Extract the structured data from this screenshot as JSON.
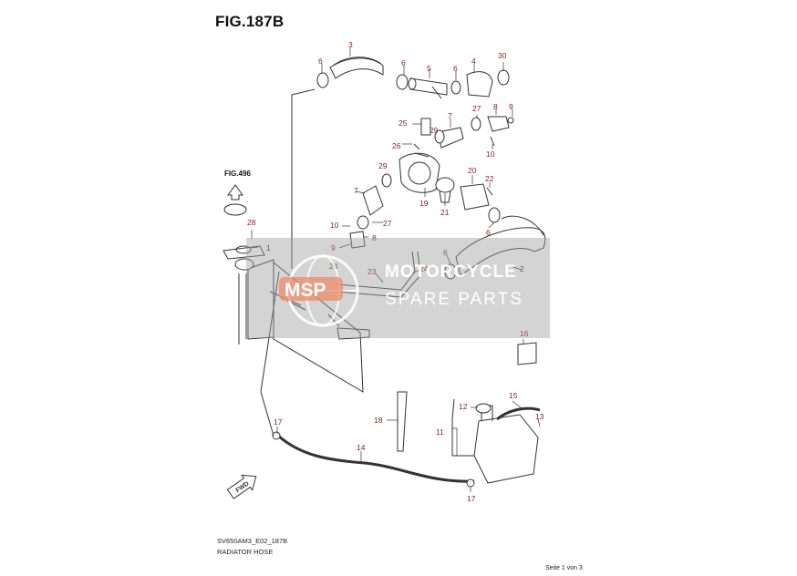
{
  "figure": {
    "title": "FIG.187B",
    "reference": "FIG.496",
    "code": "SV650AM3_E02_187B",
    "subtitle": "RADIATOR HOSE",
    "page": "Seite 1 von 3"
  },
  "watermark": {
    "logo_text": "MSP",
    "line1": "MOTORCYCLE",
    "line2": "SPARE PARTS"
  },
  "callouts": [
    {
      "id": "1",
      "color": "#222222"
    },
    {
      "id": "2",
      "color": "#8b1a1a"
    },
    {
      "id": "3",
      "color": "#8b1a1a"
    },
    {
      "id": "4",
      "color": "#8b1a1a"
    },
    {
      "id": "5",
      "color": "#8b1a1a"
    },
    {
      "id": "6",
      "color": "#8b1a1a"
    },
    {
      "id": "7",
      "color": "#8b1a1a"
    },
    {
      "id": "8",
      "color": "#8b1a1a"
    },
    {
      "id": "9",
      "color": "#8b1a1a"
    },
    {
      "id": "10",
      "color": "#8b1a1a"
    },
    {
      "id": "11",
      "color": "#8b1a1a"
    },
    {
      "id": "12",
      "color": "#8b1a1a"
    },
    {
      "id": "13",
      "color": "#8b1a1a"
    },
    {
      "id": "14",
      "color": "#8b1a1a"
    },
    {
      "id": "15",
      "color": "#8b1a1a"
    },
    {
      "id": "16",
      "color": "#8b1a1a"
    },
    {
      "id": "17",
      "color": "#8b1a1a"
    },
    {
      "id": "18",
      "color": "#8b1a1a"
    },
    {
      "id": "19",
      "color": "#8b1a1a"
    },
    {
      "id": "20",
      "color": "#8b1a1a"
    },
    {
      "id": "21",
      "color": "#8b1a1a"
    },
    {
      "id": "22",
      "color": "#8b1a1a"
    },
    {
      "id": "23",
      "color": "#8b1a1a"
    },
    {
      "id": "24",
      "color": "#8b1a1a"
    },
    {
      "id": "25",
      "color": "#8b1a1a"
    },
    {
      "id": "26",
      "color": "#8b1a1a"
    },
    {
      "id": "27",
      "color": "#8b1a1a"
    },
    {
      "id": "28",
      "color": "#8b1a1a"
    },
    {
      "id": "29",
      "color": "#8b1a1a"
    },
    {
      "id": "30",
      "color": "#8b1a1a"
    }
  ]
}
